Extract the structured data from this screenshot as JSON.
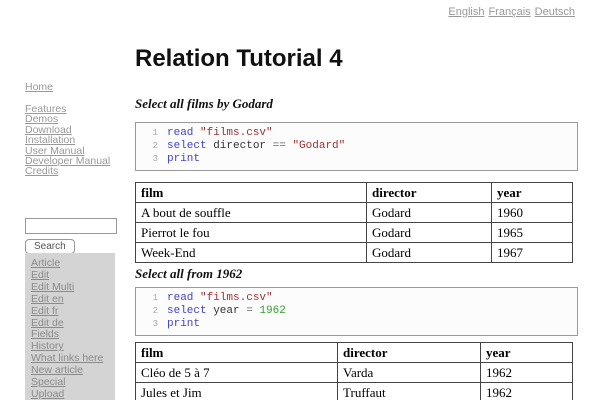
{
  "languages": {
    "items": [
      "English",
      "Français",
      "Deutsch"
    ]
  },
  "sidebar": {
    "home_label": "Home",
    "nav_items": [
      "Features",
      "Demos",
      "Download",
      "Installation",
      "User Manual",
      "Developer Manual",
      "Credits"
    ],
    "search": {
      "button_label": "Search",
      "input_value": ""
    },
    "article_menu": [
      "Article",
      "Edit",
      "Edit Multi",
      "Edit en",
      "Edit fr",
      "Edit de",
      "Fields",
      "History",
      "What links here",
      "New article",
      "Special",
      "Upload"
    ]
  },
  "main": {
    "title": "Relation Tutorial 4",
    "sections": [
      {
        "heading": "Select all films by Godard",
        "code_lines": [
          [
            {
              "y": "k",
              "t": "read"
            },
            {
              "y": "p",
              "t": " "
            },
            {
              "y": "s",
              "t": "\"films.csv\""
            }
          ],
          [
            {
              "y": "k",
              "t": "select"
            },
            {
              "y": "p",
              "t": " director "
            },
            {
              "y": "o",
              "t": "=="
            },
            {
              "y": "p",
              "t": " "
            },
            {
              "y": "s",
              "t": "\"Godard\""
            }
          ],
          [
            {
              "y": "k",
              "t": "print"
            }
          ]
        ],
        "table": {
          "headers": [
            "film",
            "director",
            "year"
          ],
          "rows": [
            [
              "A bout de souffle",
              "Godard",
              "1960"
            ],
            [
              "Pierrot le fou",
              "Godard",
              "1965"
            ],
            [
              "Week-End",
              "Godard",
              "1967"
            ]
          ]
        }
      },
      {
        "heading": "Select all from 1962",
        "code_lines": [
          [
            {
              "y": "k",
              "t": "read"
            },
            {
              "y": "p",
              "t": " "
            },
            {
              "y": "s",
              "t": "\"films.csv\""
            }
          ],
          [
            {
              "y": "k",
              "t": "select"
            },
            {
              "y": "p",
              "t": " year "
            },
            {
              "y": "o",
              "t": "="
            },
            {
              "y": "p",
              "t": " "
            },
            {
              "y": "n",
              "t": "1962"
            }
          ],
          [
            {
              "y": "k",
              "t": "print"
            }
          ]
        ],
        "table": {
          "headers": [
            "film",
            "director",
            "year"
          ],
          "rows": [
            [
              "Cléo de 5 à 7",
              "Varda",
              "1962"
            ],
            [
              "Jules et Jim",
              "Truffaut",
              "1962"
            ]
          ]
        }
      }
    ]
  },
  "colors": {
    "keyword": "#4343cc",
    "string": "#993333",
    "number": "#33a033",
    "operator": "#666666",
    "link": "#999999",
    "table_border": "#444444"
  }
}
